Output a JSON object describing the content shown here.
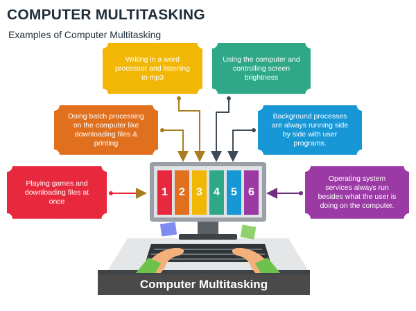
{
  "header": {
    "title": "COMPUTER MULTITASKING",
    "subtitle": "Examples of Computer Multitasking"
  },
  "examples": [
    {
      "id": "yellow",
      "text": "Writing in a word processor and listening to mp3",
      "color": "#f2b705"
    },
    {
      "id": "green",
      "text": "Using the computer and controlling screen brightness",
      "color": "#2ea886"
    },
    {
      "id": "orange",
      "text": "Doing batch processing on the computer like downloading files & printing",
      "color": "#e0701e"
    },
    {
      "id": "blue",
      "text": "Background processes are always running side by side with user programs.",
      "color": "#1797d6"
    },
    {
      "id": "red",
      "text": "Playing games and downloading files at once",
      "color": "#e8283c"
    },
    {
      "id": "purple",
      "text": "Operating system services always run besides what the user is doing on the computer.",
      "color": "#9b3aa5"
    }
  ],
  "screen_tasks": [
    {
      "label": "1",
      "color": "#e8283c"
    },
    {
      "label": "2",
      "color": "#e0701e"
    },
    {
      "label": "3",
      "color": "#f2b705"
    },
    {
      "label": "4",
      "color": "#2ea886"
    },
    {
      "label": "5",
      "color": "#1797d6"
    },
    {
      "label": "6",
      "color": "#9b3aa5"
    }
  ],
  "footer": {
    "label": "Computer Multitasking"
  },
  "colors": {
    "monitor_frame": "#9aa0a6",
    "monitor_screen": "#dfe3e6",
    "stand": "#5a5f63",
    "desk_top": "#e4e6e8",
    "desk_base": "#3d4246",
    "keyboard": "#2f3437",
    "skin": "#f3b07a",
    "sleeve": "#6cc24a",
    "arrow_gold": "#a87c1f",
    "arrow_dark": "#3e4a56",
    "arrow_purple": "#6f2e7e"
  }
}
